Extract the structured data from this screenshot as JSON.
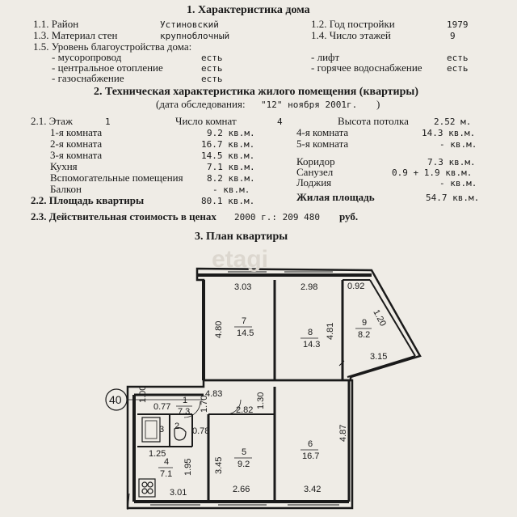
{
  "s1": {
    "title": "1. Характеристика дома",
    "r1_1_label": "1.1. Район",
    "r1_1_value": "Устиновский",
    "r1_2_label": "1.2. Год постройки",
    "r1_2_value": "1979",
    "r1_3_label": "1.3. Материал стен",
    "r1_3_value": "крупноблочный",
    "r1_4_label": "1.4. Число этажей",
    "r1_4_value": "9",
    "r1_5_label": "1.5. Уровень благоустройства дома:",
    "garbage_label": "- мусоропровод",
    "garbage_value": "есть",
    "heating_label": "- центральное отопление",
    "heating_value": "есть",
    "gas_label": "- газоснабжение",
    "gas_value": "есть",
    "lift_label": "- лифт",
    "lift_value": "есть",
    "hotwater_label": "- горячее водоснабжение",
    "hotwater_value": "есть"
  },
  "s2": {
    "title": "2. Техническая характеристика жилого помещения (квартиры)",
    "survey_prefix": "(дата обследования:",
    "survey_date": "\"12\" ноября 2001г.",
    "survey_suffix": ")",
    "floor_label": "2.1. Этаж",
    "floor_value": "1",
    "rooms_label": "Число комнат",
    "rooms_value": "4",
    "ceiling_label": "Высота потолка",
    "ceiling_value": "2.52 м.",
    "room1_label": "1-я комната",
    "room1_value": "9.2 кв.м.",
    "room2_label": "2-я комната",
    "room2_value": "16.7 кв.м.",
    "room3_label": "3-я комната",
    "room3_value": "14.5 кв.м.",
    "kitchen_label": "Кухня",
    "kitchen_value": "7.1 кв.м.",
    "aux_label": "Вспомогательные помещения",
    "aux_value": "8.2 кв.м.",
    "balcony_label": "Балкон",
    "balcony_value": "-  кв.м.",
    "room4_label": "4-я комната",
    "room4_value": "14.3 кв.м.",
    "room5_label": "5-я комната",
    "room5_value": "-  кв.м.",
    "corridor_label": "Коридор",
    "corridor_value": "7.3 кв.м.",
    "bath_label": "Санузел",
    "bath_value": "0.9 + 1.9 кв.м.",
    "loggia_label": "Лоджия",
    "loggia_value": "-  кв.м.",
    "area_label": "2.2. Площадь квартиры",
    "area_value": "80.1 кв.м.",
    "living_label": "Жилая площадь",
    "living_value": "54.7 кв.м.",
    "cost_label": "2.3. Действительная стоимость в ценах",
    "cost_year": "2000 г.: 209 480",
    "cost_unit": "руб."
  },
  "s3": {
    "title": "3. План квартиры",
    "watermark": "etagi",
    "grid_mark": "40",
    "dims": {
      "d303": "3.03",
      "d298": "2.98",
      "d092": "0.92",
      "d480": "4.80",
      "d481": "4.81",
      "d120": "1.20",
      "d315": "3.15",
      "d483": "4.83",
      "d100": "1.00",
      "d077": "0.77",
      "d170": "1.70",
      "d282": "2.82",
      "d130": "1.30",
      "d078": "0.78",
      "d487": "4.87",
      "d125": "1.25",
      "d345": "3.45",
      "d195": "1.95",
      "d301": "3.01",
      "d266": "2.66",
      "d342": "3.42"
    },
    "rooms": {
      "r7n": "7",
      "r7a": "14.5",
      "r8n": "8",
      "r8a": "14.3",
      "r9n": "9",
      "r9a": "8.2",
      "r1n": "1",
      "r1a": "7.3",
      "r3n": "3",
      "r2n": "2",
      "r5n": "5",
      "r5a": "9.2",
      "r6n": "6",
      "r6a": "16.7",
      "r4n": "4",
      "r4a": "7.1"
    }
  }
}
